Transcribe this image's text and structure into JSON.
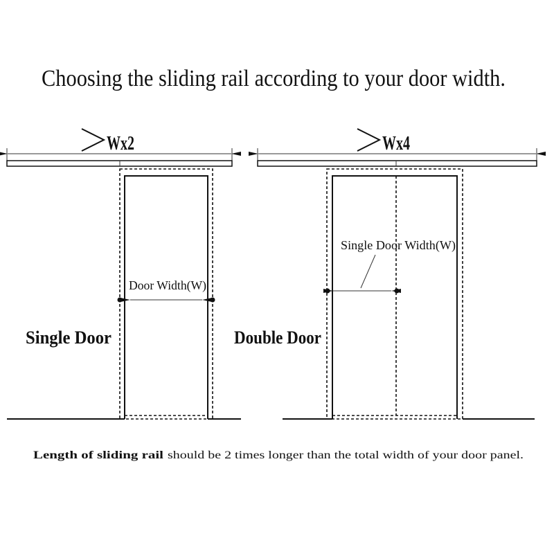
{
  "title": "Choosing the sliding rail according to your door width.",
  "single": {
    "rail_label": "Wx2",
    "width_label": "Door Width(W)",
    "door_label": "Single Door"
  },
  "double": {
    "rail_label": "Wx4",
    "width_label": "Single Door Width(W)",
    "door_label": "Double Door"
  },
  "footer": {
    "bold": "Length of sliding rail",
    "rest": "should be 2 times longer than the total width of your door panel."
  }
}
